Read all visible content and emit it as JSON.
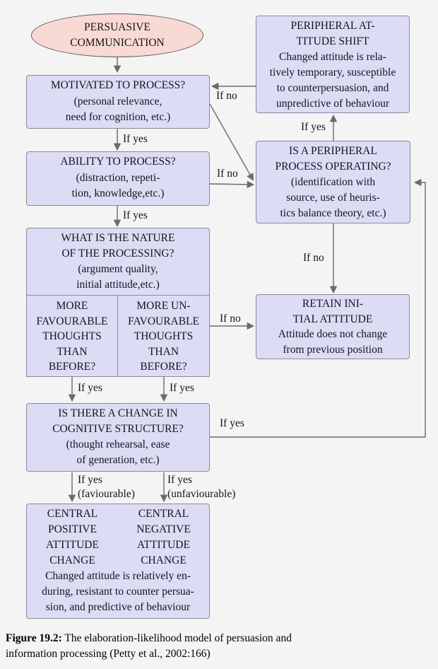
{
  "colors": {
    "background": "#f4f4f5",
    "node_fill": "#dcdcf5",
    "node_border": "#8a8a99",
    "start_fill": "#f9d9d3",
    "start_border": "#5a5a5a",
    "line": "#6b6b6b",
    "text": "#14141e"
  },
  "diagram": {
    "start": {
      "lines": [
        "PERSUASIVE",
        "COMMUNICATION"
      ]
    },
    "nodes": {
      "motivated": {
        "lines": [
          "MOTIVATED TO PROCESS?",
          "(personal relevance,",
          "need for cognition, etc.)"
        ]
      },
      "ability": {
        "lines": [
          "ABILITY TO PROCESS?",
          "(distraction, repeti-",
          "tion, knowledge,etc.)"
        ]
      },
      "nature": {
        "lines": [
          "WHAT IS THE NATURE",
          "OF THE PROCESSING?",
          "(argument quality,",
          "initial attitude,etc.)"
        ]
      },
      "more_favourable": {
        "lines": [
          "MORE",
          "FAVOURABLE",
          "THOUGHTS",
          "THAN",
          "BEFORE?"
        ]
      },
      "more_unfavourable": {
        "lines": [
          "MORE UN-",
          "FAVOURABLE",
          "THOUGHTS",
          "THAN",
          "BEFORE?"
        ]
      },
      "cognitive": {
        "lines": [
          "IS THERE A CHANGE IN",
          "COGNITIVE STRUCTURE?",
          "(thought rehearsal, ease",
          "of generation, etc.)"
        ]
      },
      "central": {
        "left_lines": [
          "CENTRAL",
          "POSITIVE",
          "ATTITUDE",
          "CHANGE"
        ],
        "right_lines": [
          "CENTRAL",
          "NEGATIVE",
          "ATTITUDE",
          "CHANGE"
        ],
        "body": [
          "Changed attitude is relatively en-",
          "during, resistant to counter persua-",
          "sion, and predictive of behaviour"
        ]
      },
      "shift": {
        "lines": [
          "PERIPHERAL AT-",
          "TITUDE SHIFT",
          "Changed attitude is rela-",
          "tively temporary, susceptible",
          "to counterpersuasion, and",
          "unpredictive of behaviour"
        ]
      },
      "peripheral_q": {
        "lines": [
          "IS A PERIPHERAL",
          "PROCESS OPERATING?",
          "(identification with",
          "source, use of heuris-",
          "tics balance theory, etc.)"
        ]
      },
      "retain": {
        "lines": [
          "RETAIN INI-",
          "TIAL ATTITUDE",
          "Attitude does not change",
          "from previous position"
        ]
      }
    },
    "edge_labels": {
      "motivated_yes": "If yes",
      "ability_yes": "If yes",
      "motivated_no": "If no",
      "ability_no": "If no",
      "peripheral_yes": "If yes",
      "peripheral_no": "If no",
      "unfavourable_no": "If no",
      "fav_yes": "If yes",
      "unfav_yes": "If yes",
      "cognitive_fav_1": "If yes",
      "cognitive_fav_2": "(faviourable)",
      "cognitive_unfav_1": "If yes",
      "cognitive_unfav_2": "(unfaviourable)",
      "cognitive_loop": "If yes"
    }
  },
  "caption": {
    "label": "Figure 19.2:",
    "line1": "The elaboration-likelihood model of persuasion and",
    "line2": "information processing (Petty et al., 2002:166)"
  }
}
